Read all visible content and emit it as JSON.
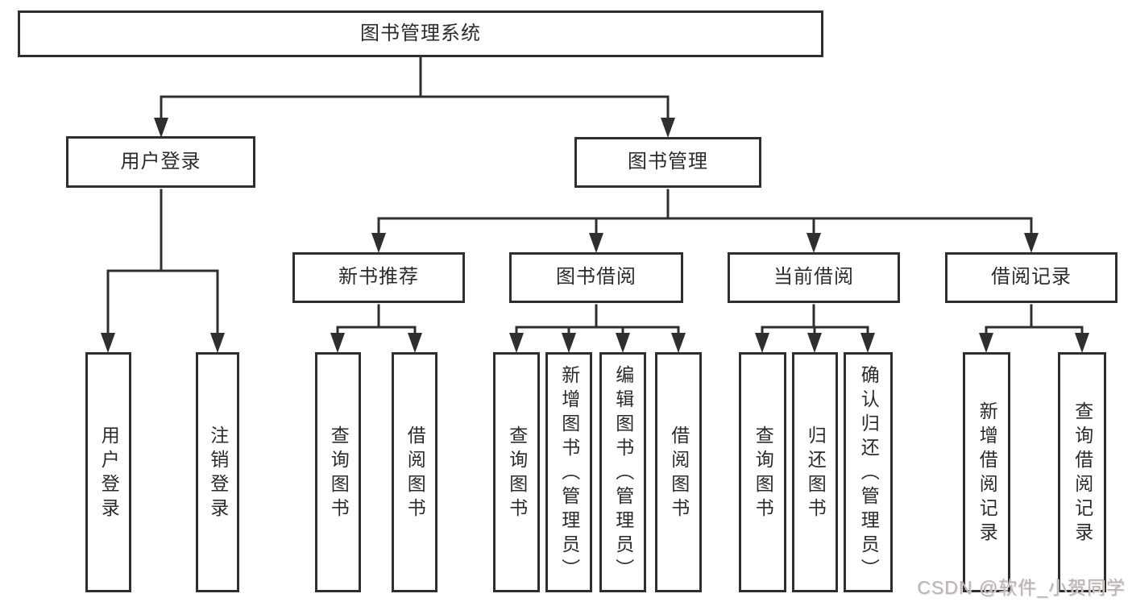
{
  "diagram": {
    "root": "图书管理系统",
    "branches": [
      {
        "label": "用户登录",
        "children": [
          "用户登录",
          "注销登录"
        ]
      },
      {
        "label": "图书管理",
        "sections": [
          {
            "label": "新书推荐",
            "children": [
              "查询图书",
              "借阅图书"
            ]
          },
          {
            "label": "图书借阅",
            "children": [
              "查询图书",
              "新增图书（管理员）",
              "编辑图书（管理员）",
              "借阅图书"
            ]
          },
          {
            "label": "当前借阅",
            "children": [
              "查询图书",
              "归还图书",
              "确认归还（管理员）"
            ]
          },
          {
            "label": "借阅记录",
            "children": [
              "新增借阅记录",
              "查询借阅记录"
            ]
          }
        ]
      }
    ]
  },
  "watermark": "CSDN @软件_小贺同学",
  "colors": {
    "line": "#2f2f2f",
    "box_border": "#2f2f2f",
    "text": "#2b2b2b",
    "background": "#ffffff",
    "watermark": "#b5b5b5"
  }
}
